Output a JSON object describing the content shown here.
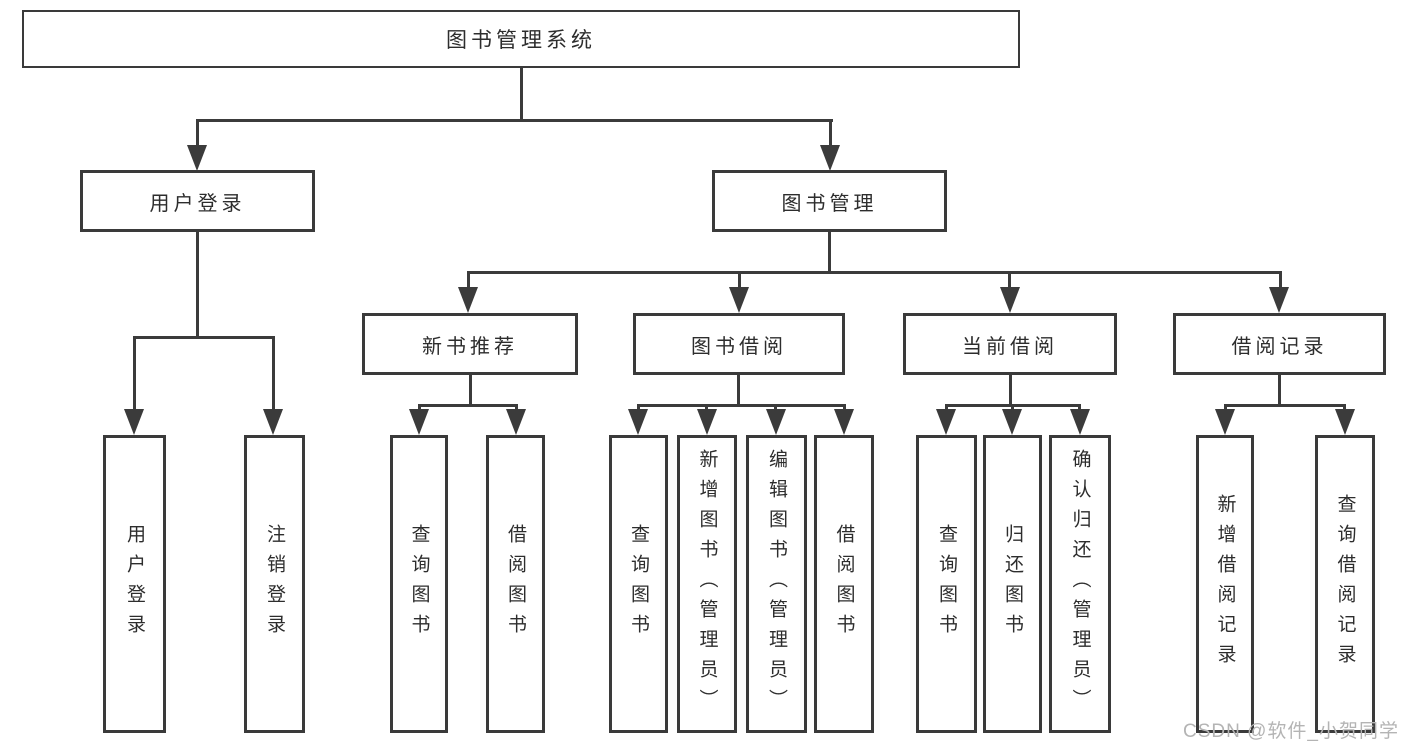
{
  "tree": {
    "root": "图书管理系统",
    "children": [
      {
        "label": "用户登录",
        "children": [
          "用户登录",
          "注销登录"
        ]
      },
      {
        "label": "图书管理",
        "children": [
          {
            "label": "新书推荐",
            "children": [
              "查询图书",
              "借阅图书"
            ]
          },
          {
            "label": "图书借阅",
            "children": [
              "查询图书",
              "新增图书（管理员）",
              "编辑图书（管理员）",
              "借阅图书"
            ]
          },
          {
            "label": "当前借阅",
            "children": [
              "查询图书",
              "归还图书",
              "确认归还（管理员）"
            ]
          },
          {
            "label": "借阅记录",
            "children": [
              "新增借阅记录",
              "查询借阅记录"
            ]
          }
        ]
      }
    ]
  },
  "watermark": {
    "text": "CSDN @软件_小贺同学"
  },
  "theme": {
    "background": "#ffffff",
    "line_color": "#3b3b3b",
    "border_color": "#3a3a3a",
    "text_color": "#2d2d2d",
    "watermark_color": "#b4b4b4"
  }
}
